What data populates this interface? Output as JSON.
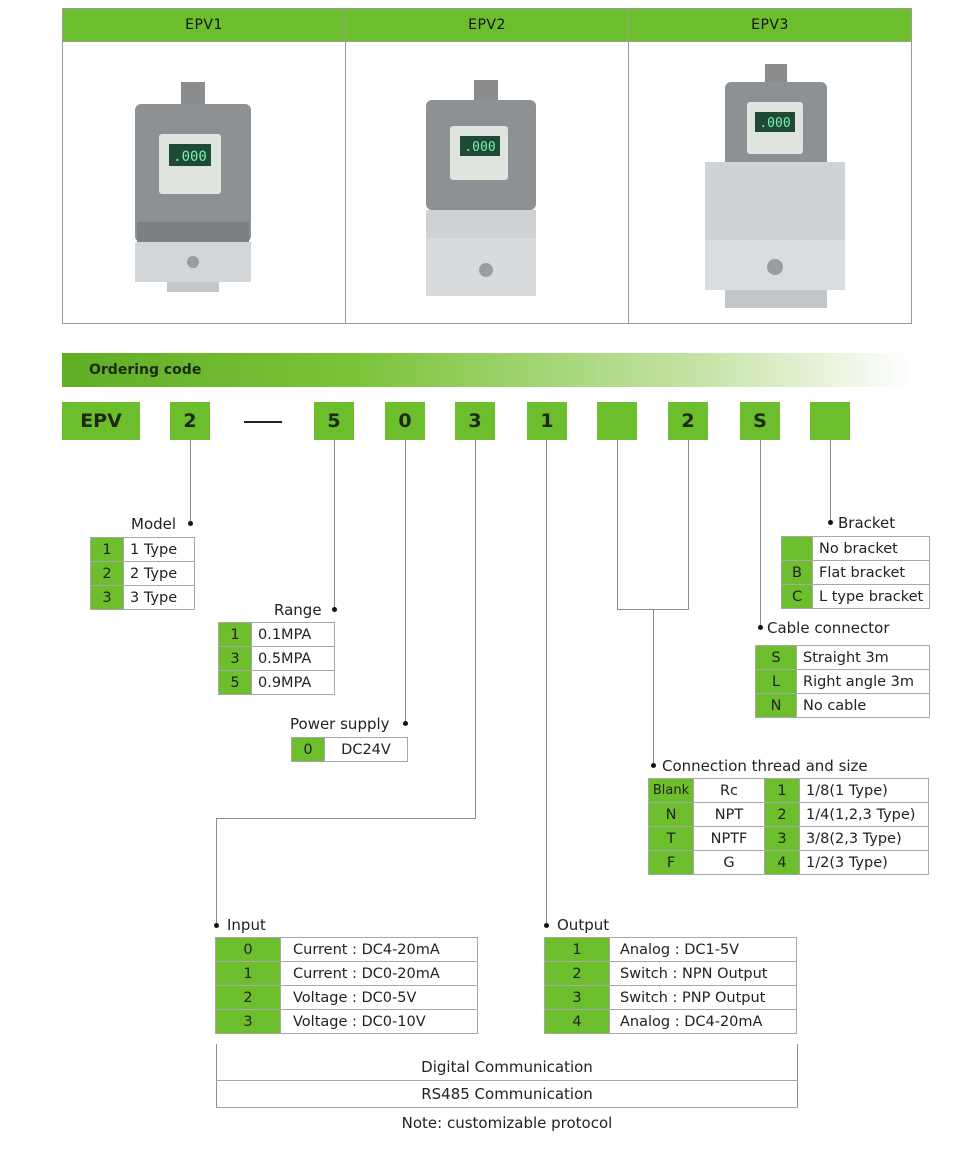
{
  "products": {
    "headers": [
      "EPV1",
      "EPV2",
      "EPV3"
    ]
  },
  "ordering": {
    "title": "Ordering code",
    "codes": [
      "EPV",
      "2",
      "5",
      "0",
      "3",
      "1",
      "",
      "2",
      "S",
      ""
    ]
  },
  "model": {
    "label": "Model",
    "rows": [
      {
        "code": "1",
        "desc": "1 Type"
      },
      {
        "code": "2",
        "desc": "2 Type"
      },
      {
        "code": "3",
        "desc": "3 Type"
      }
    ]
  },
  "range": {
    "label": "Range",
    "rows": [
      {
        "code": "1",
        "desc": "0.1MPA"
      },
      {
        "code": "3",
        "desc": "0.5MPA"
      },
      {
        "code": "5",
        "desc": "0.9MPA"
      }
    ]
  },
  "power": {
    "label": "Power supply",
    "rows": [
      {
        "code": "0",
        "desc": "DC24V"
      }
    ]
  },
  "bracket": {
    "label": "Bracket",
    "rows": [
      {
        "code": "",
        "desc": "No bracket"
      },
      {
        "code": "B",
        "desc": "Flat bracket"
      },
      {
        "code": "C",
        "desc": "L type bracket"
      }
    ]
  },
  "cable": {
    "label": "Cable connector",
    "rows": [
      {
        "code": "S",
        "desc": "Straight 3m"
      },
      {
        "code": "L",
        "desc": "Right angle 3m"
      },
      {
        "code": "N",
        "desc": "No cable"
      }
    ]
  },
  "thread": {
    "label": "Connection thread and size",
    "rows": [
      {
        "code": "Blank",
        "type": "Rc",
        "size_code": "1",
        "size": "1/8(1 Type)"
      },
      {
        "code": "N",
        "type": "NPT",
        "size_code": "2",
        "size": "1/4(1,2,3 Type)"
      },
      {
        "code": "T",
        "type": "NPTF",
        "size_code": "3",
        "size": "3/8(2,3 Type)"
      },
      {
        "code": "F",
        "type": "G",
        "size_code": "4",
        "size": "1/2(3 Type)"
      }
    ]
  },
  "input": {
    "label": "Input",
    "rows": [
      {
        "code": "0",
        "desc": "Current : DC4-20mA"
      },
      {
        "code": "1",
        "desc": "Current : DC0-20mA"
      },
      {
        "code": "2",
        "desc": "Voltage : DC0-5V"
      },
      {
        "code": "3",
        "desc": "Voltage : DC0-10V"
      }
    ]
  },
  "output": {
    "label": "Output",
    "rows": [
      {
        "code": "1",
        "desc": "Analog : DC1-5V"
      },
      {
        "code": "2",
        "desc": "Switch : NPN Output"
      },
      {
        "code": "3",
        "desc": "Switch : PNP Output"
      },
      {
        "code": "4",
        "desc": "Analog : DC4-20mA"
      }
    ]
  },
  "communication": {
    "rows": [
      "Digital Communication",
      "RS485 Communication"
    ]
  },
  "note": "Note: customizable protocol",
  "colors": {
    "accent": "#6dbe2c",
    "border": "#a8a8a8"
  }
}
